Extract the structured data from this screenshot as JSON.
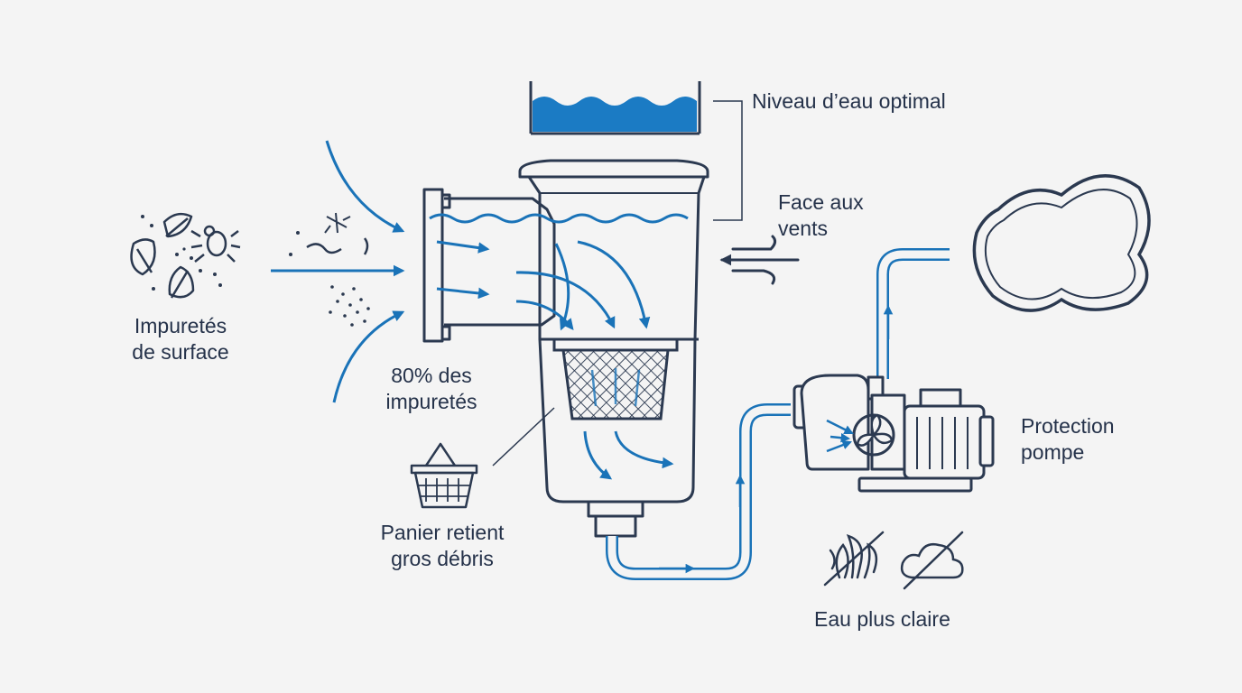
{
  "labels": {
    "water_level": "Niveau d’eau optimal",
    "wind": [
      "Face aux",
      "vents"
    ],
    "surface_debris": [
      "Impuretés",
      "de surface"
    ],
    "debris_share": [
      "80% des",
      "impuretés"
    ],
    "basket": [
      "Panier retient",
      "gros débris"
    ],
    "pump": [
      "Protection",
      "pompe"
    ],
    "clearer_water": "Eau plus claire"
  },
  "colors": {
    "ink": "#2b3950",
    "blue": "#1a73b8",
    "water": "#1b7bc4",
    "background": "#f4f4f4"
  },
  "icons": [
    "leaf-icon",
    "bug-icon",
    "mosquito-icon",
    "basket-icon",
    "wind-icon",
    "pool-icon",
    "algae-crossed-icon",
    "cloud-crossed-icon",
    "pump-icon",
    "skimmer-icon"
  ]
}
